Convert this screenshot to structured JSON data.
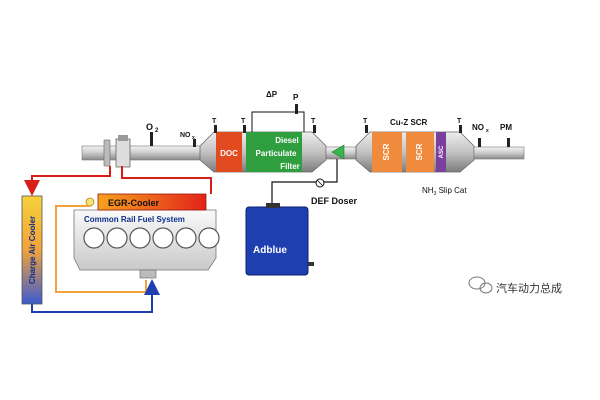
{
  "labels": {
    "o2": "O",
    "o2_sub": "2",
    "nox_left": "NO",
    "nox_left_sub": "x",
    "t": "T",
    "delta_p": "ΔP",
    "p": "P",
    "doc": "DOC",
    "dpf_line1": "Diesel",
    "dpf_line2": "Particulate",
    "dpf_line3": "Filter",
    "cuz_scr": "Cu-Z SCR",
    "scr1": "SCR",
    "scr2": "SCR",
    "asc": "ASC",
    "nox_right": "NO",
    "nox_right_sub": "x",
    "pm": "PM",
    "def_doser": "DEF Doser",
    "nh3_slip_a": "NH",
    "nh3_slip_sub": "3",
    "nh3_slip_b": " Slip Cat",
    "egr_cooler": "EGR-Cooler",
    "common_rail": "Common Rail Fuel System",
    "charge_air_cooler": "Charge Air Cooler",
    "adblue": "Adblue",
    "watermark": "汽车动力总成"
  },
  "colors": {
    "doc": "#e24a1f",
    "dpf": "#2e9e3e",
    "scr": "#f08a3c",
    "asc": "#7b3fa0",
    "red_line": "#d91e18",
    "blue_line": "#1f3fb0",
    "orange_line": "#f2a23a",
    "adblue": "#1d3fb0",
    "pipe": "#c8c8c8"
  },
  "icons": [
    "sensor-post-icon",
    "doser-nozzle-icon",
    "valve-icon",
    "wechat-logo-icon"
  ]
}
